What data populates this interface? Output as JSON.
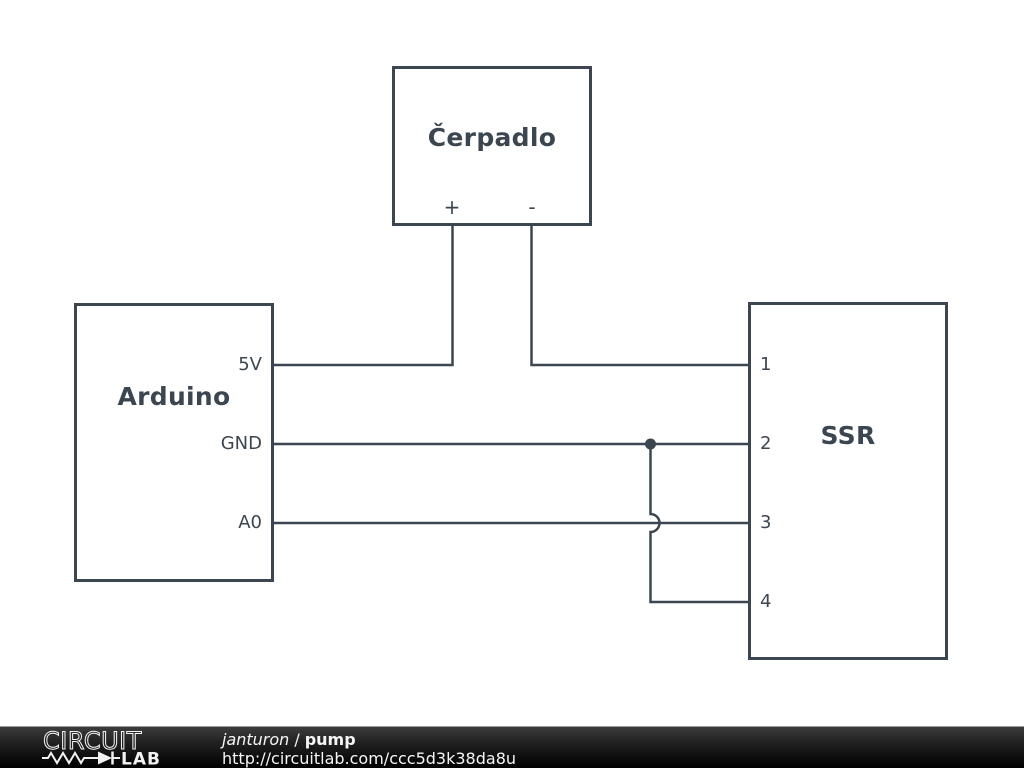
{
  "diagram": {
    "pump": {
      "title": "Čerpadlo",
      "terminal_plus": "+",
      "terminal_minus": "-"
    },
    "arduino": {
      "title": "Arduino",
      "pins": [
        {
          "label": "5V"
        },
        {
          "label": "GND"
        },
        {
          "label": "A0"
        }
      ]
    },
    "ssr": {
      "title": "SSR",
      "pins": [
        {
          "label": "1"
        },
        {
          "label": "2"
        },
        {
          "label": "3"
        },
        {
          "label": "4"
        }
      ]
    },
    "connections": [
      {
        "from": "Arduino.5V",
        "to": "Čerpadlo.+"
      },
      {
        "from": "Čerpadlo.-",
        "to": "SSR.1"
      },
      {
        "from": "Arduino.GND",
        "to": "SSR.2"
      },
      {
        "from": "Arduino.GND",
        "to": "SSR.4",
        "note": "branch from junction dot, hops over A0 wire"
      },
      {
        "from": "Arduino.A0",
        "to": "SSR.3"
      }
    ],
    "colors": {
      "line": "#3b4650",
      "background": "#ffffff"
    }
  },
  "footer": {
    "logo": {
      "word_top": "CIRCUIT",
      "word_bottom": "LAB"
    },
    "author": "janturon",
    "separator": "/",
    "project": "pump",
    "url": "http://circuitlab.com/ccc5d3k38da8u",
    "colors": {
      "bar_background": "#111111",
      "text": "#f5f5f5",
      "logo": "#f2f2f2"
    }
  }
}
